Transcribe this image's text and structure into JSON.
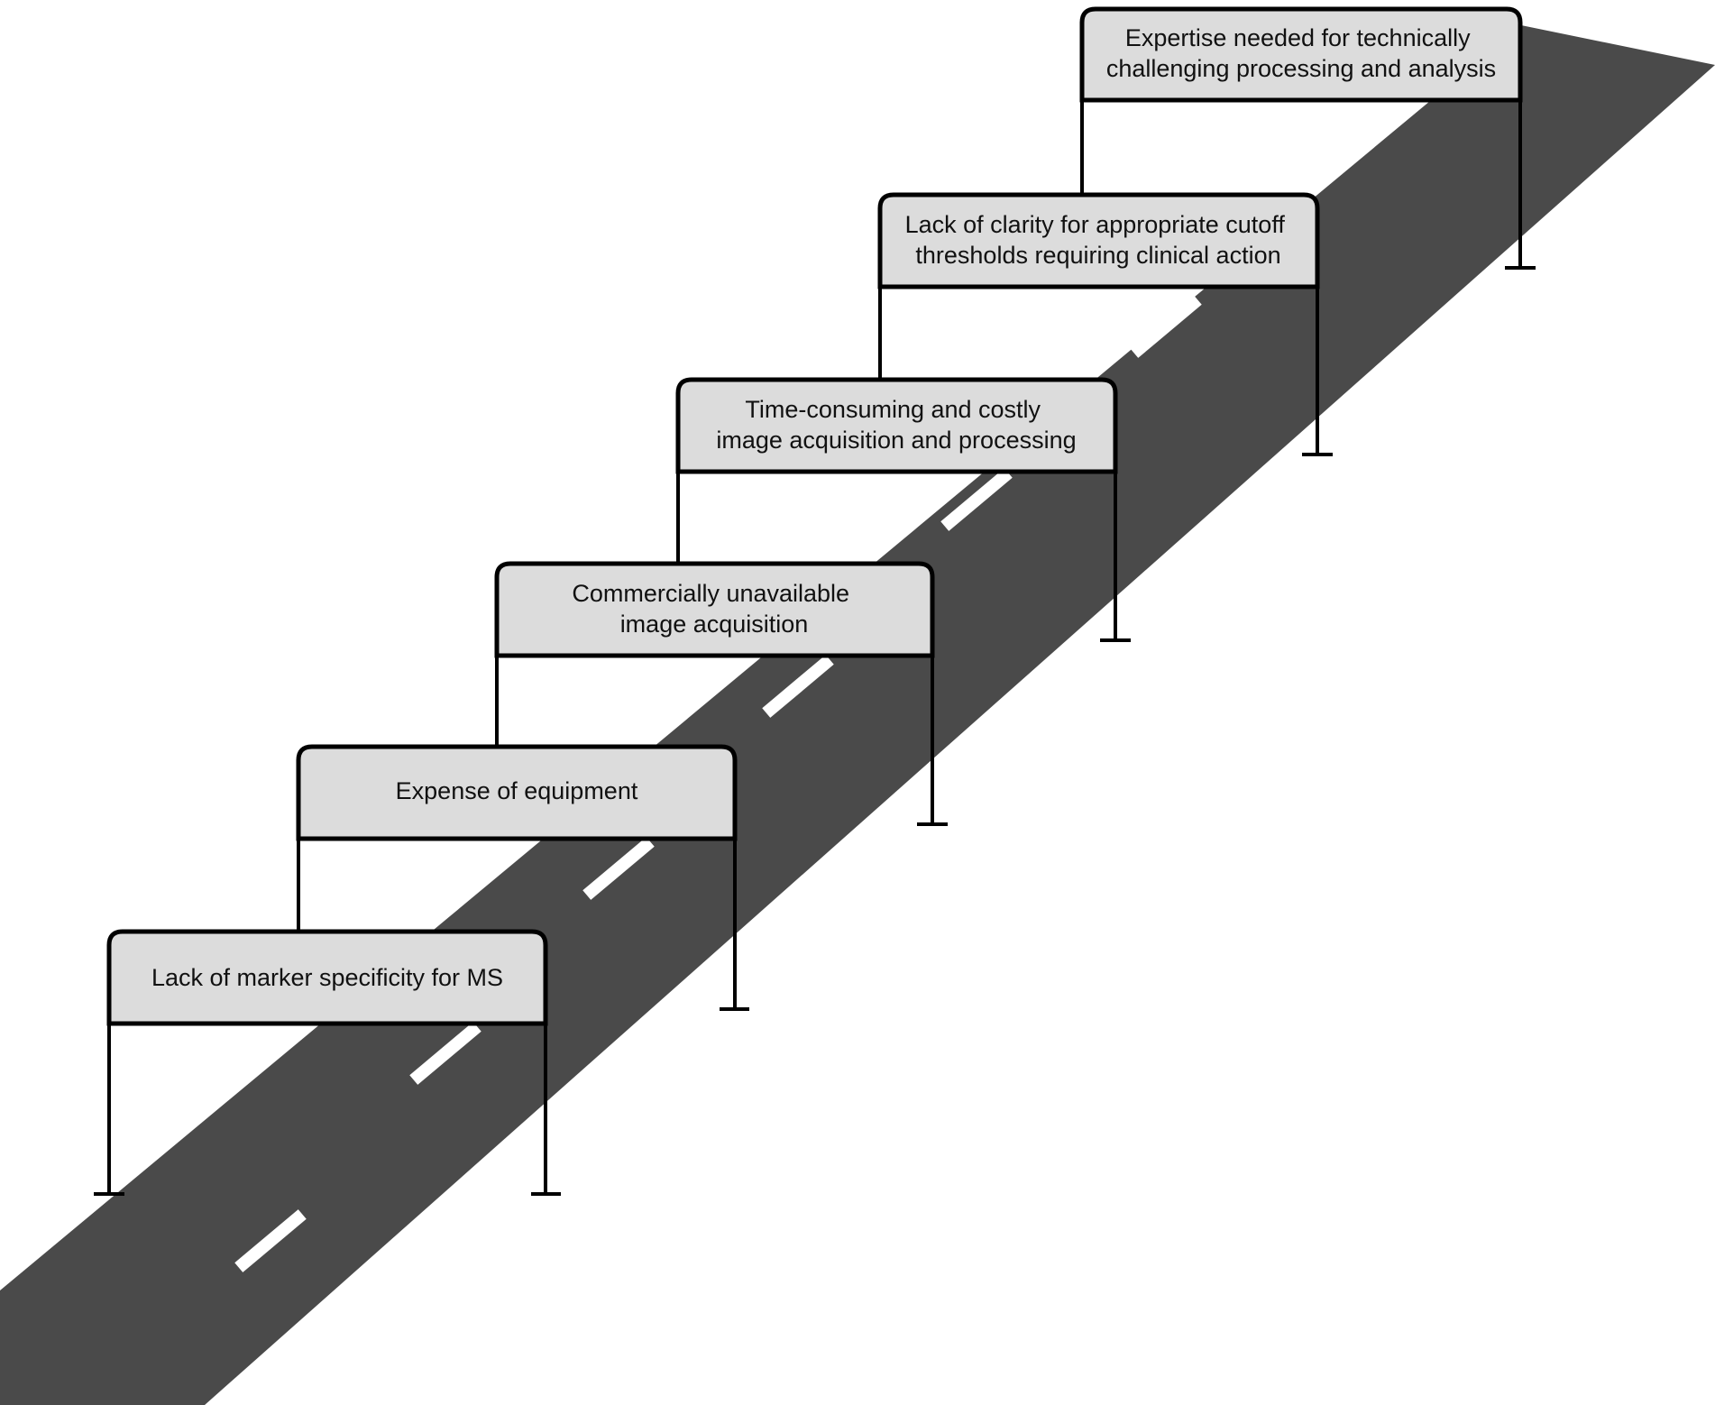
{
  "diagram": {
    "colors": {
      "road": "#4a4a4a",
      "lane_marking": "#ffffff",
      "sign_fill": "#dcdcdc",
      "sign_stroke": "#000000",
      "text": "#111111",
      "background": "#ffffff"
    },
    "signs": [
      {
        "lines": [
          "Lack of marker specificity for MS"
        ]
      },
      {
        "lines": [
          "Expense of equipment"
        ]
      },
      {
        "lines": [
          "Commercially unavailable",
          "image acquisition"
        ]
      },
      {
        "lines": [
          "Time-consuming and costly",
          "image acquisition and processing"
        ]
      },
      {
        "lines": [
          "Lack of clarity for appropriate cutoff",
          "thresholds requiring clinical action"
        ]
      },
      {
        "lines": [
          "Expertise needed for technically",
          "challenging processing and analysis"
        ]
      }
    ]
  }
}
